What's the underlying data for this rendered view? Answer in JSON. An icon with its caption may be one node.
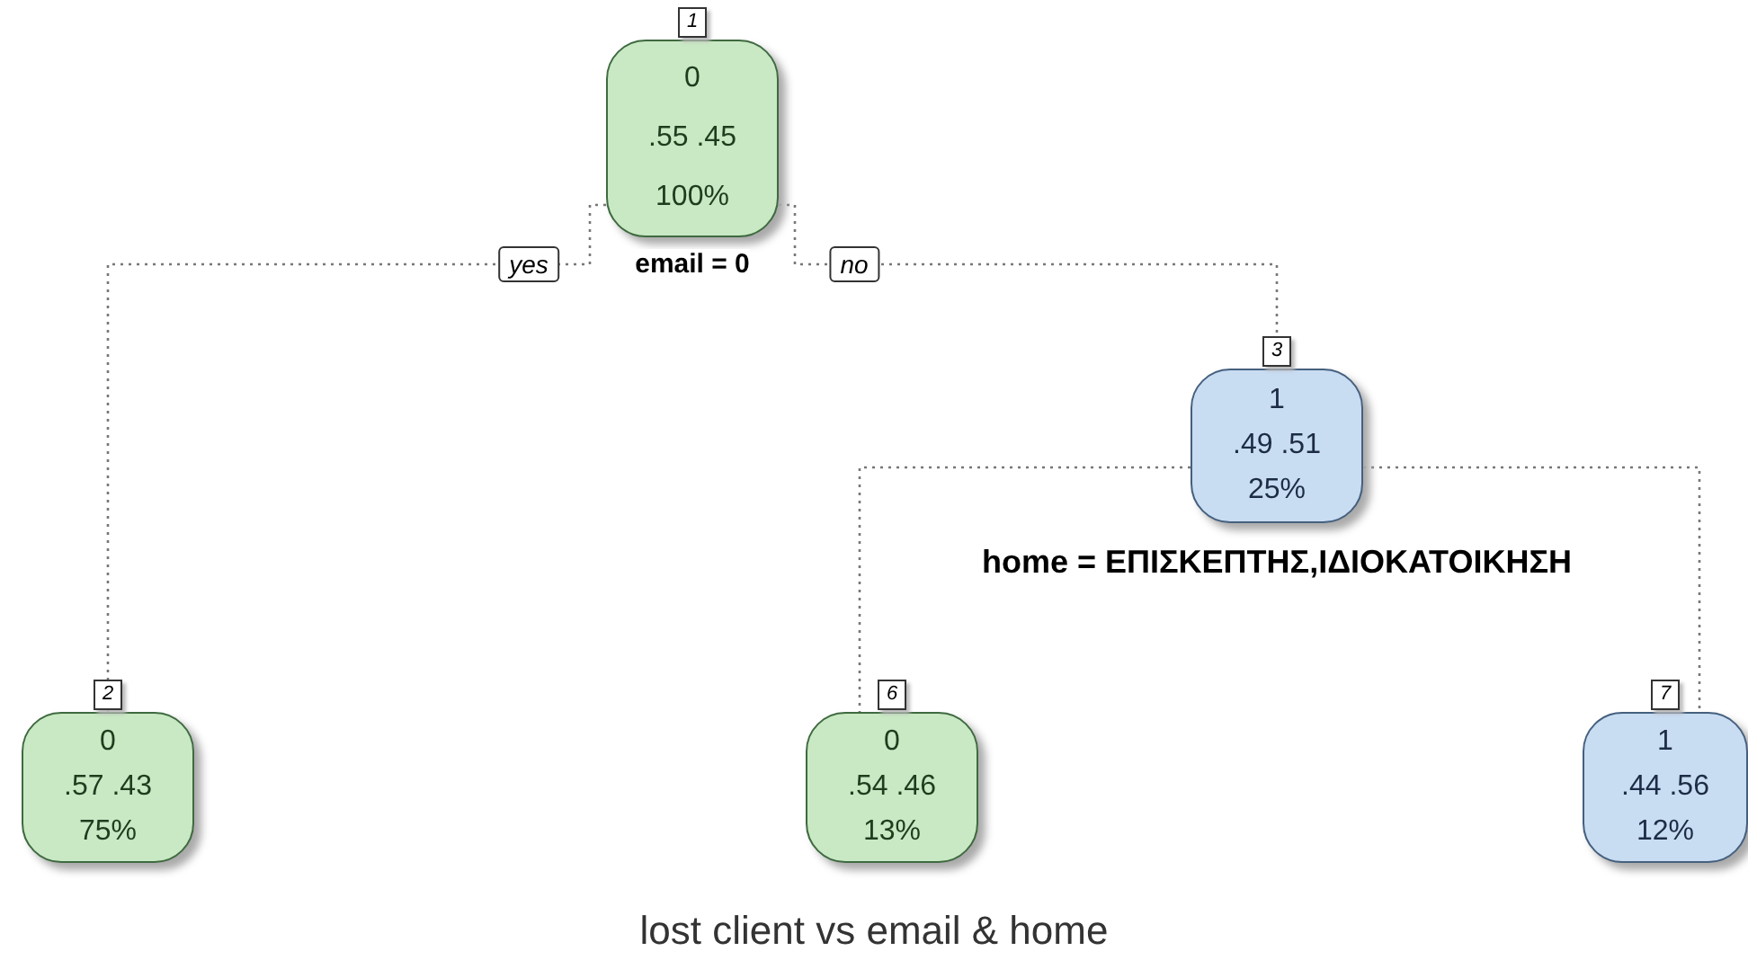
{
  "diagram": {
    "caption": "lost client vs email & home",
    "nodes": [
      {
        "text": [
          "0",
          ".55 .45",
          "100%"
        ],
        "beside": [
          "1"
        ]
      },
      {
        "text": [
          "0",
          ".57 .43",
          "75%"
        ],
        "beside": [
          "2"
        ]
      },
      {
        "text": [
          "1",
          ".49 .51",
          "25%"
        ],
        "beside": [
          "3"
        ]
      },
      {
        "text": [
          "0",
          ".54 .46",
          "13%"
        ],
        "beside": [
          "6"
        ]
      },
      {
        "text": [
          "1",
          ".44 .56",
          "12%"
        ],
        "beside": [
          "7"
        ]
      }
    ],
    "edges": [
      {
        "from": 0,
        "to": 1,
        "arrow": "none",
        "label": "yes",
        "style": "dashed"
      },
      {
        "from": 0,
        "to": 2,
        "arrow": "none",
        "label": "no",
        "style": "dashed"
      },
      {
        "from": 2,
        "to": 3,
        "arrow": "none",
        "style": "dashed"
      },
      {
        "from": 2,
        "to": 4,
        "arrow": "none",
        "style": "dashed"
      }
    ],
    "labels": [
      "email = 0",
      "home = ΕΠΙΣΚΕΠΤΗΣ,ΙΔΙΟΚΑΤΟΙΚΗΣΗ"
    ]
  }
}
